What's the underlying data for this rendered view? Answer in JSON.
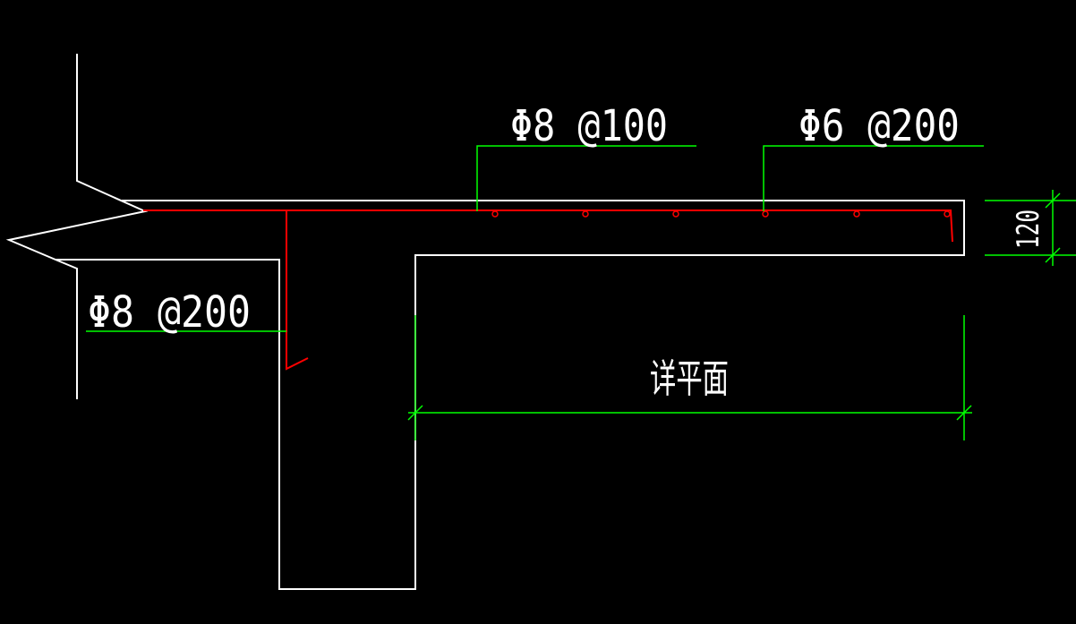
{
  "colors": {
    "background": "#000000",
    "outline": "#ffffff",
    "leader": "#00ff00",
    "rebar": "#ff0000",
    "text": "#ffffff"
  },
  "labels": {
    "top_rebar_left": "Φ8 @100",
    "top_rebar_right": "Φ6 @200",
    "bottom_rebar": "Φ8 @200",
    "slab_thickness": "120",
    "dimension_note": "详平面"
  }
}
